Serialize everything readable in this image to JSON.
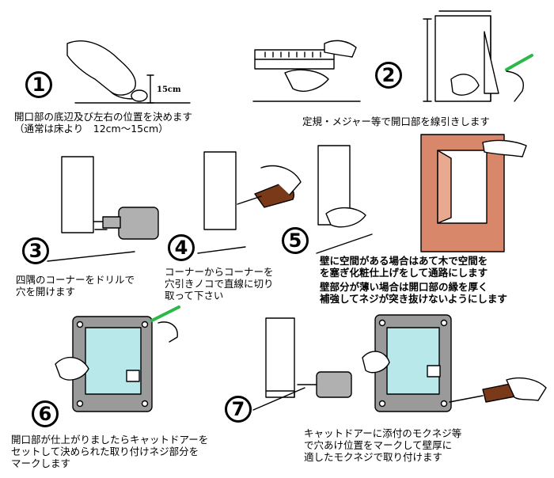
{
  "labels": {
    "height_mark": "15cm"
  },
  "steps": [
    {
      "num": "1",
      "lines": [
        "開口部の底辺及び左右の位置を決めます",
        "（通常は床より　12cm〜15cm）"
      ]
    },
    {
      "num": "2",
      "lines": [
        "定規・メジャー等で開口部を線引きします"
      ]
    },
    {
      "num": "3",
      "lines": [
        "四隅のコーナーをドリルで",
        "穴を開けます"
      ]
    },
    {
      "num": "4",
      "lines": [
        "コーナーからコーナーを",
        "穴引きノコで直線に切り",
        "取って下さい"
      ]
    },
    {
      "num": "5",
      "lines": [
        "壁に空間がある場合はあて木で空間を",
        "を塞ぎ化粧仕上げをして通路にします",
        "壁部分が薄い場合は開口部の縁を厚く",
        "補強してネジが突き抜けないようにします"
      ]
    },
    {
      "num": "6",
      "lines": [
        "開口部が仕上がりましたらキャットドアーを",
        "セットして決められた取り付けネジ部分を",
        "マークします"
      ]
    },
    {
      "num": "7",
      "lines": [
        "キャットドアーに添付のモクネジ等",
        "で穴あけ位置をマークして壁厚に",
        "適したモクネジで取り付けます"
      ]
    }
  ],
  "colors": {
    "frame_wood": "#d9876a",
    "glass": "#b8e8ea",
    "door_frame": "#9a9a9a",
    "pencil": "#2db84b",
    "drill": "#b0b0b0",
    "handle": "#7a3a1a"
  }
}
